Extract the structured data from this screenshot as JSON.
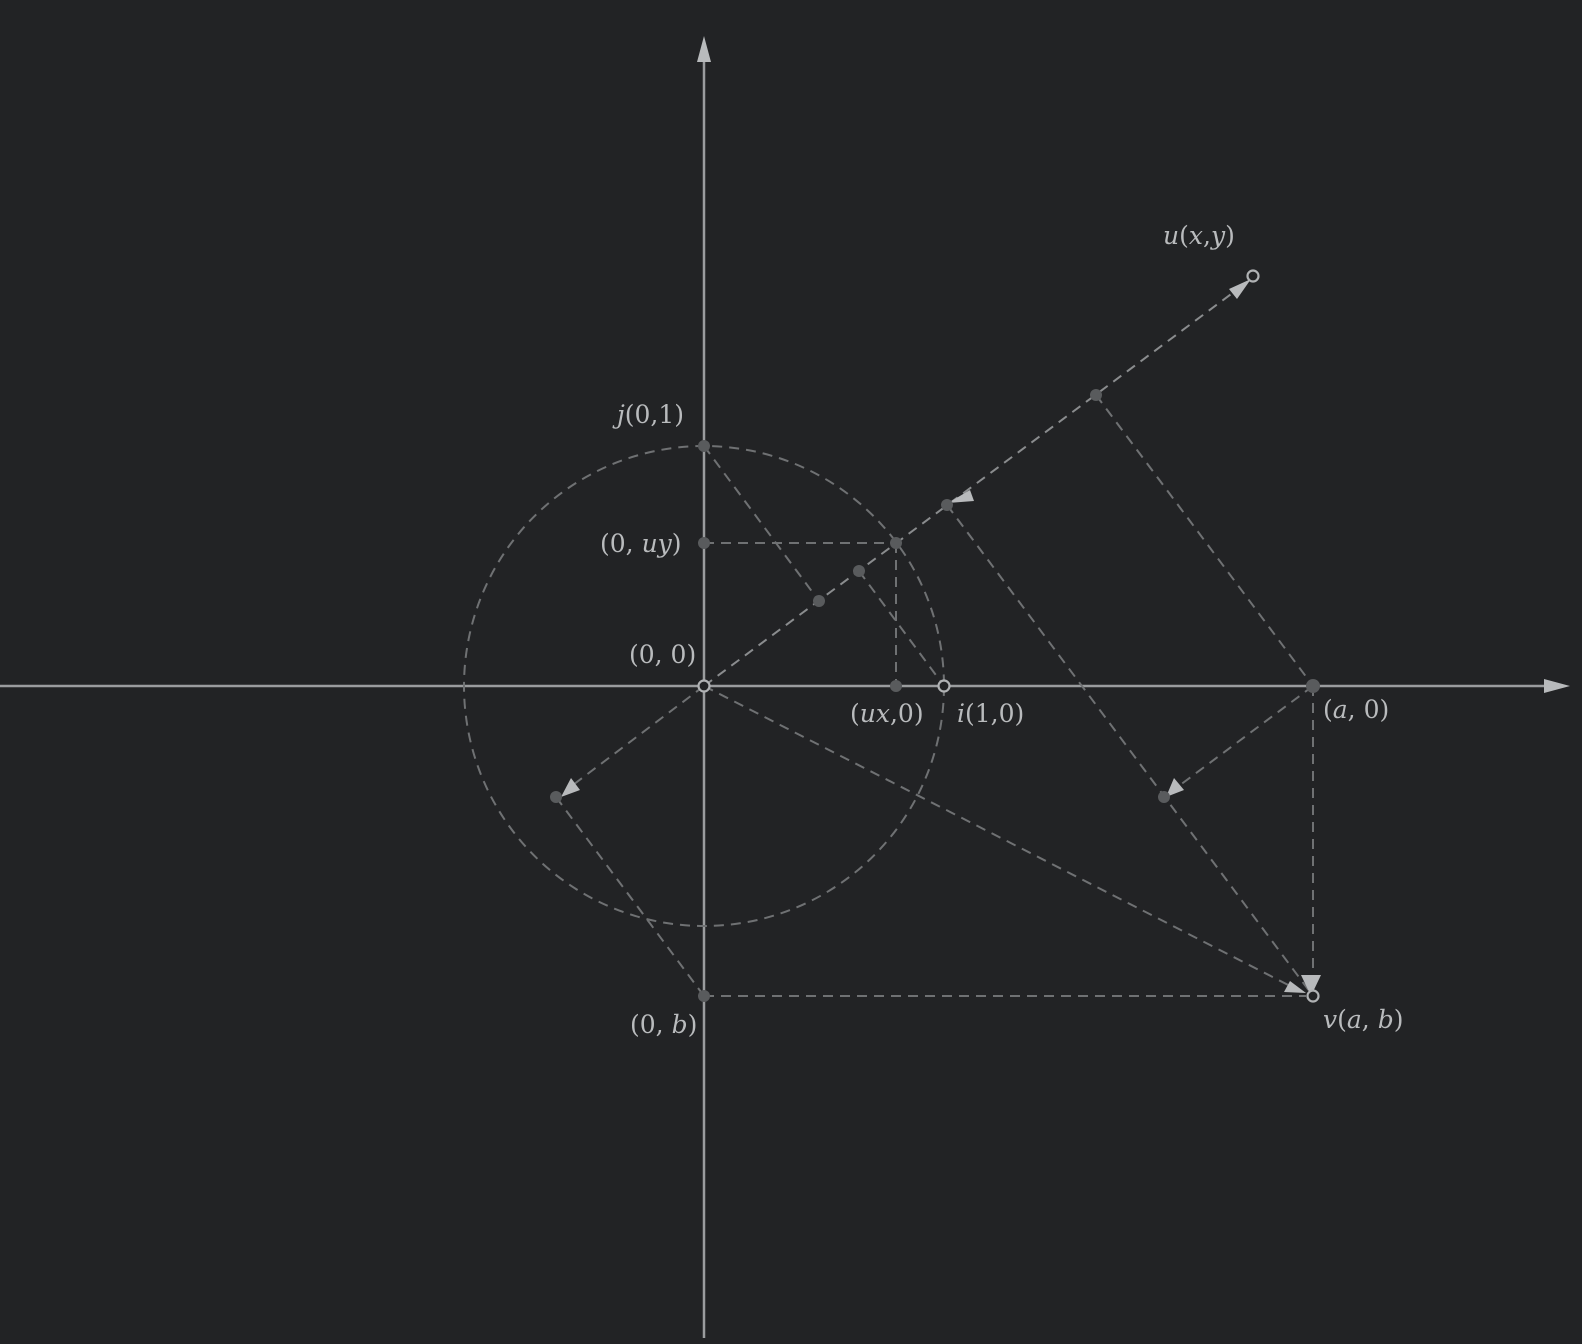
{
  "diagram": {
    "labels": {
      "u": [
        "u",
        "(",
        "x",
        ",",
        "y",
        ")"
      ],
      "j": [
        "j",
        "(0,1)"
      ],
      "uy": [
        "(0, ",
        "uy",
        ")"
      ],
      "origin": "(0, 0)",
      "ux": [
        "(",
        "ux",
        ",0)"
      ],
      "i": [
        "i",
        "(1,0)"
      ],
      "a": [
        "(",
        "a",
        ", 0)"
      ],
      "b": [
        "(0, ",
        "b",
        ")"
      ],
      "v": [
        "v",
        "(",
        "a",
        ", ",
        "b",
        ")"
      ]
    },
    "colors": {
      "background": "#222325",
      "axis": "#9a9c9e",
      "dashed": "#6f7173",
      "text": "#b9bbbd"
    }
  }
}
